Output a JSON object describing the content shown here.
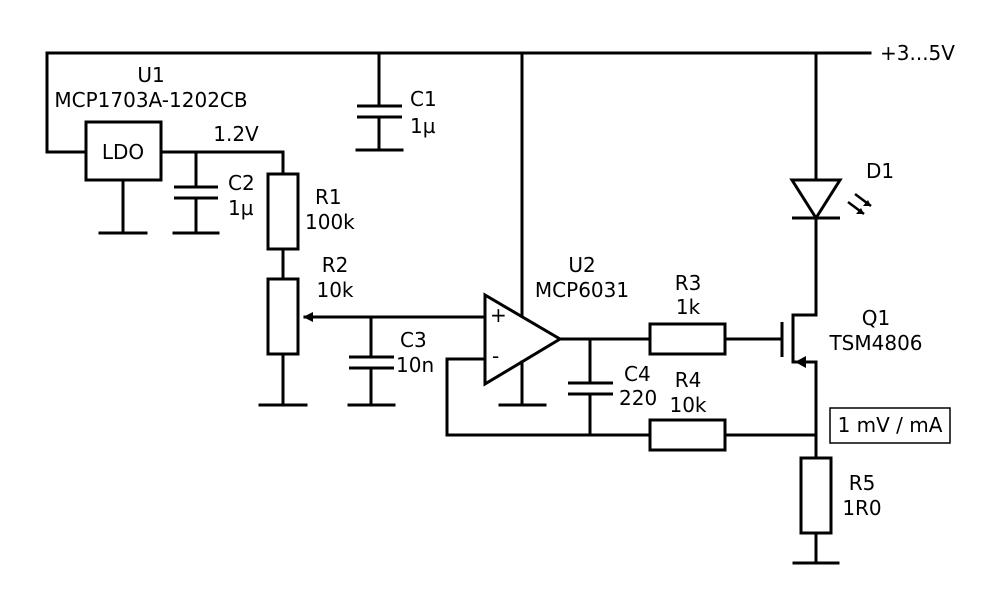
{
  "supply": {
    "label": "+3...5V"
  },
  "u1": {
    "ref": "U1",
    "part": "MCP1703A-1202CB",
    "block": "LDO",
    "out_label": "1.2V"
  },
  "c1": {
    "ref": "C1",
    "value": "1µ"
  },
  "c2": {
    "ref": "C2",
    "value": "1µ"
  },
  "r1": {
    "ref": "R1",
    "value": "100k"
  },
  "r2": {
    "ref": "R2",
    "value": "10k"
  },
  "c3": {
    "ref": "C3",
    "value": "10n"
  },
  "u2": {
    "ref": "U2",
    "part": "MCP6031",
    "plus": "+",
    "minus": "-"
  },
  "r3": {
    "ref": "R3",
    "value": "1k"
  },
  "c4": {
    "ref": "C4",
    "value": "220"
  },
  "r4": {
    "ref": "R4",
    "value": "10k"
  },
  "d1": {
    "ref": "D1"
  },
  "q1": {
    "ref": "Q1",
    "part": "TSM4806"
  },
  "r5": {
    "ref": "R5",
    "value": "1R0"
  },
  "sense": {
    "label": "1 mV / mA"
  }
}
